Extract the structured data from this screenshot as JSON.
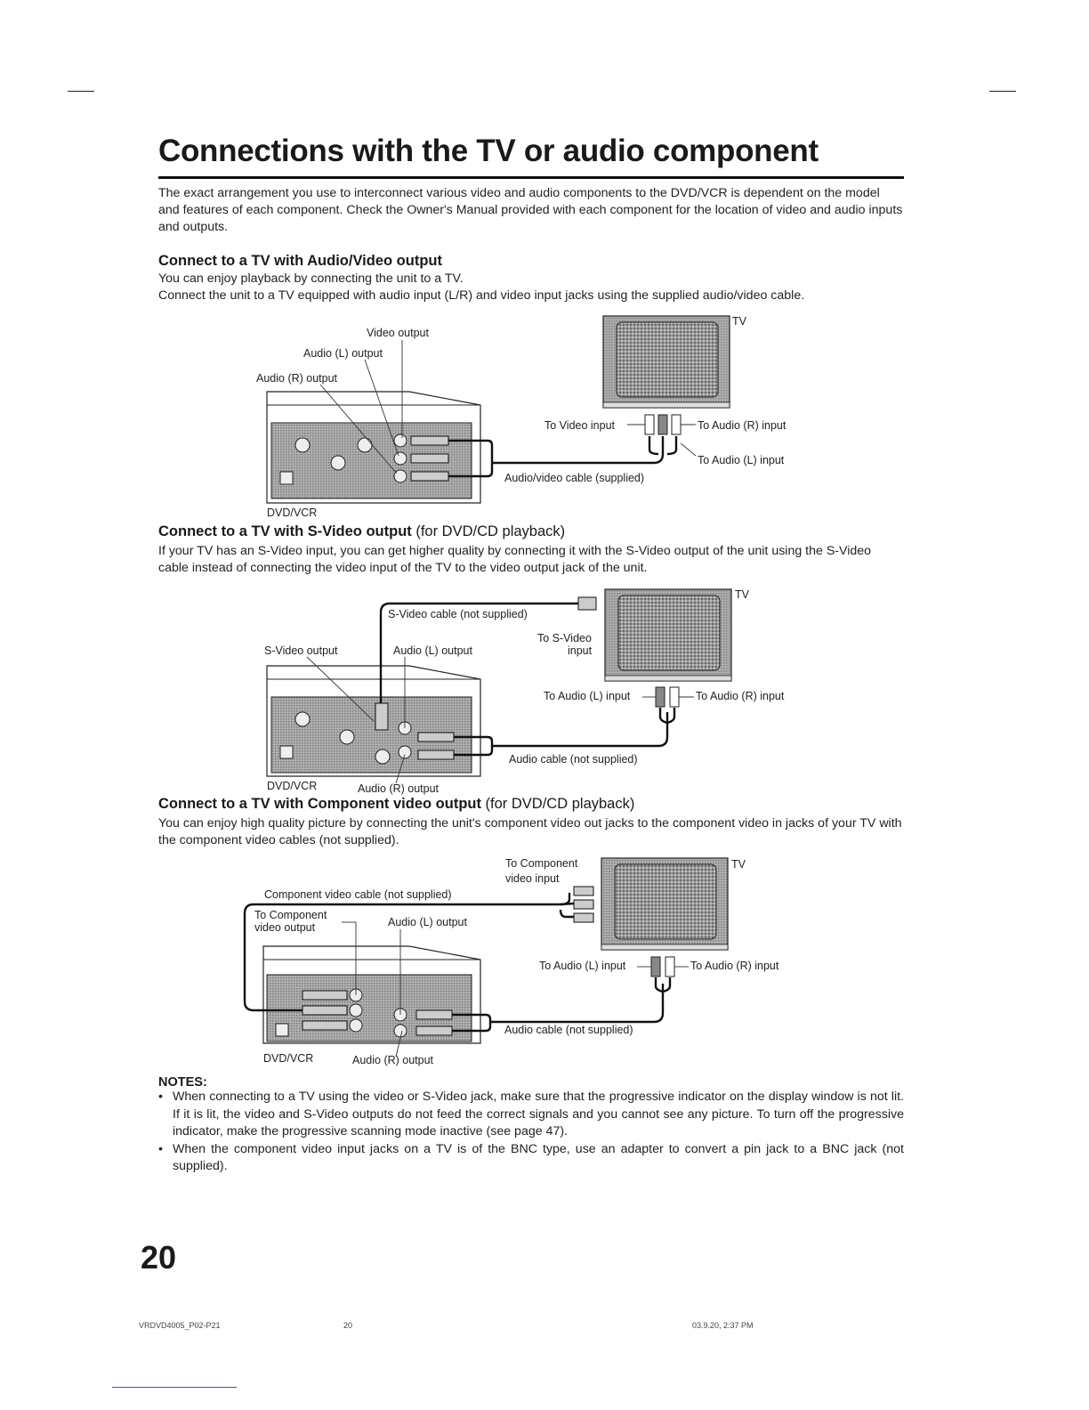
{
  "title": "Connections with the TV or audio component",
  "intro": "The exact arrangement you use to interconnect various video and audio components to the DVD/VCR is dependent on the model and features of each component. Check the Owner's Manual provided with each component for the location of video and audio inputs and outputs.",
  "section1": {
    "heading": "Connect to a TV with Audio/Video output",
    "line1": "You can enjoy playback by connecting the unit to a TV.",
    "line2": "Connect the unit to a TV equipped with audio input (L/R) and video input jacks using the supplied audio/video cable.",
    "labels": {
      "video_output": "Video output",
      "audio_l_output": "Audio (L) output",
      "audio_r_output": "Audio (R) output",
      "tv": "TV",
      "to_video_input": "To Video input",
      "to_audio_r_input": "To Audio (R) input",
      "to_audio_l_input": "To Audio (L) input",
      "cable": "Audio/video cable (supplied)",
      "dvdvcr": "DVD/VCR"
    }
  },
  "section2": {
    "heading": "Connect to a TV with S-Video output",
    "heading_suffix": " (for DVD/CD playback)",
    "body": "If your TV has an S-Video input, you can get higher quality by connecting it with the S-Video output of the unit using the S-Video cable instead of connecting the video input of the TV to the video output jack of the unit.",
    "labels": {
      "svideo_cable": "S-Video cable (not supplied)",
      "svideo_output": "S-Video output",
      "audio_l_output": "Audio (L) output",
      "to_svideo": "To S-Video",
      "input": "input",
      "tv": "TV",
      "to_audio_l_input": "To Audio (L) input",
      "to_audio_r_input": "To Audio (R) input",
      "audio_cable": "Audio cable (not supplied)",
      "dvdvcr": "DVD/VCR",
      "audio_r_output": "Audio (R) output"
    }
  },
  "section3": {
    "heading": "Connect to a TV with Component video output",
    "heading_suffix": " (for DVD/CD playback)",
    "body": "You can enjoy high quality picture by connecting the unit's component video out jacks to the component video in jacks of your TV with the component video cables (not supplied).",
    "labels": {
      "to_component": "To Component",
      "video_input": "video input",
      "tv": "TV",
      "component_cable": "Component video cable (not supplied)",
      "to_component_out": "To Component",
      "video_output": "video output",
      "audio_l_output": "Audio (L) output",
      "to_audio_l_input": "To Audio (L) input",
      "to_audio_r_input": "To Audio (R) input",
      "audio_cable": "Audio cable (not supplied)",
      "dvdvcr": "DVD/VCR",
      "audio_r_output": "Audio (R) output"
    }
  },
  "notes": {
    "heading": "NOTES:",
    "items": [
      "When connecting to a TV using the video or S-Video jack, make sure that the progressive indicator on the display window is not lit. If it is lit, the video and S-Video outputs do not feed the correct signals and you cannot see any picture. To turn off the progressive indicator, make the progressive scanning mode inactive (see page 47).",
      "When the component video input jacks on a TV is of the BNC type, use an adapter to convert a pin jack to a BNC jack (not supplied)."
    ]
  },
  "page_number": "20",
  "footer": {
    "file": "VRDVD4005_P02-P21",
    "page": "20",
    "stamp": "03.9.20, 2:37 PM"
  }
}
